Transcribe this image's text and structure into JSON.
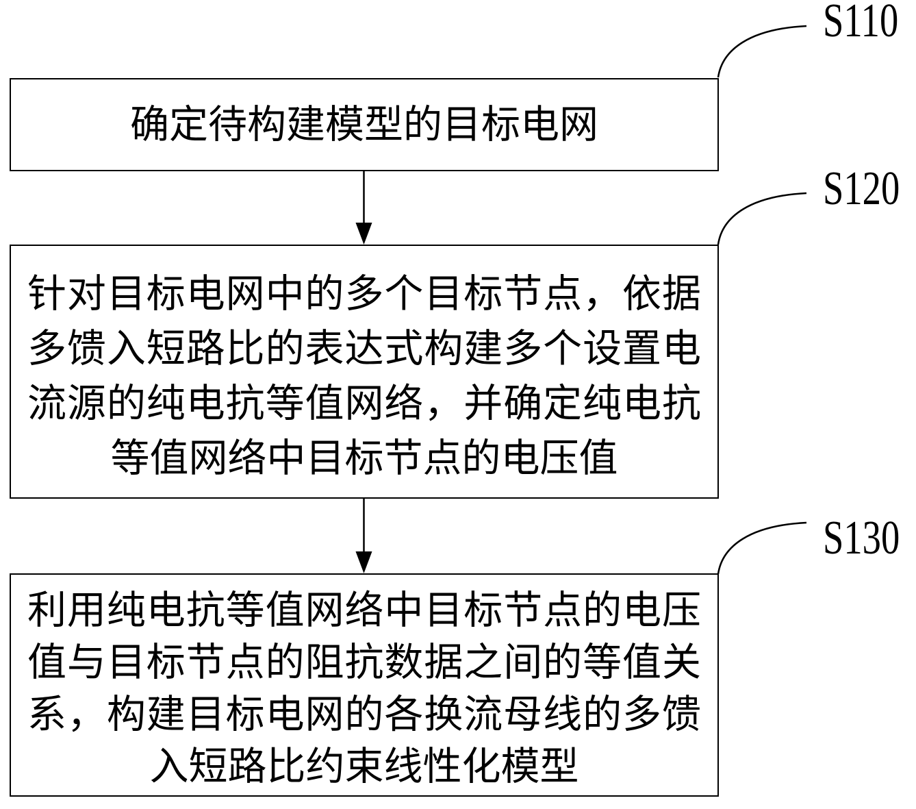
{
  "colors": {
    "background": "#ffffff",
    "line": "#000000",
    "text": "#000000"
  },
  "steps": [
    {
      "label": "S110",
      "lines": [
        "确定待构建模型的目标电网"
      ]
    },
    {
      "label": "S120",
      "lines": [
        "针对目标电网中的多个目标节点，依据",
        "多馈入短路比的表达式构建多个设置电",
        "流源的纯电抗等值网络，并确定纯电抗",
        "等值网络中目标节点的电压值"
      ]
    },
    {
      "label": "S130",
      "lines": [
        "利用纯电抗等值网络中目标节点的电压",
        "值与目标节点的阻抗数据之间的等值关",
        "系，构建目标电网的各换流母线的多馈",
        "入短路比约束线性化模型"
      ]
    }
  ],
  "arrows": [
    {
      "from": "S110",
      "to": "S120"
    },
    {
      "from": "S120",
      "to": "S130"
    }
  ]
}
